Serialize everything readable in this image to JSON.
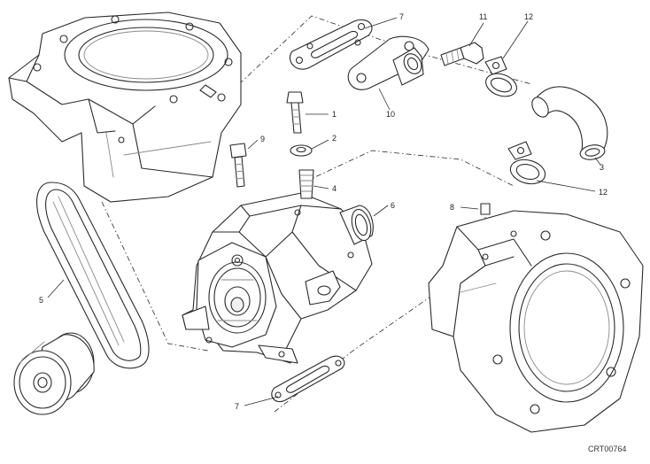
{
  "diagram": {
    "reference_code": "CRT00764",
    "callouts": {
      "c1": "1",
      "c2": "2",
      "c3": "3",
      "c4": "4",
      "c5": "5",
      "c6": "6",
      "c7a": "7",
      "c7b": "7",
      "c8": "8",
      "c9": "9",
      "c10": "10",
      "c11": "11",
      "c12a": "12",
      "c12b": "12"
    }
  }
}
